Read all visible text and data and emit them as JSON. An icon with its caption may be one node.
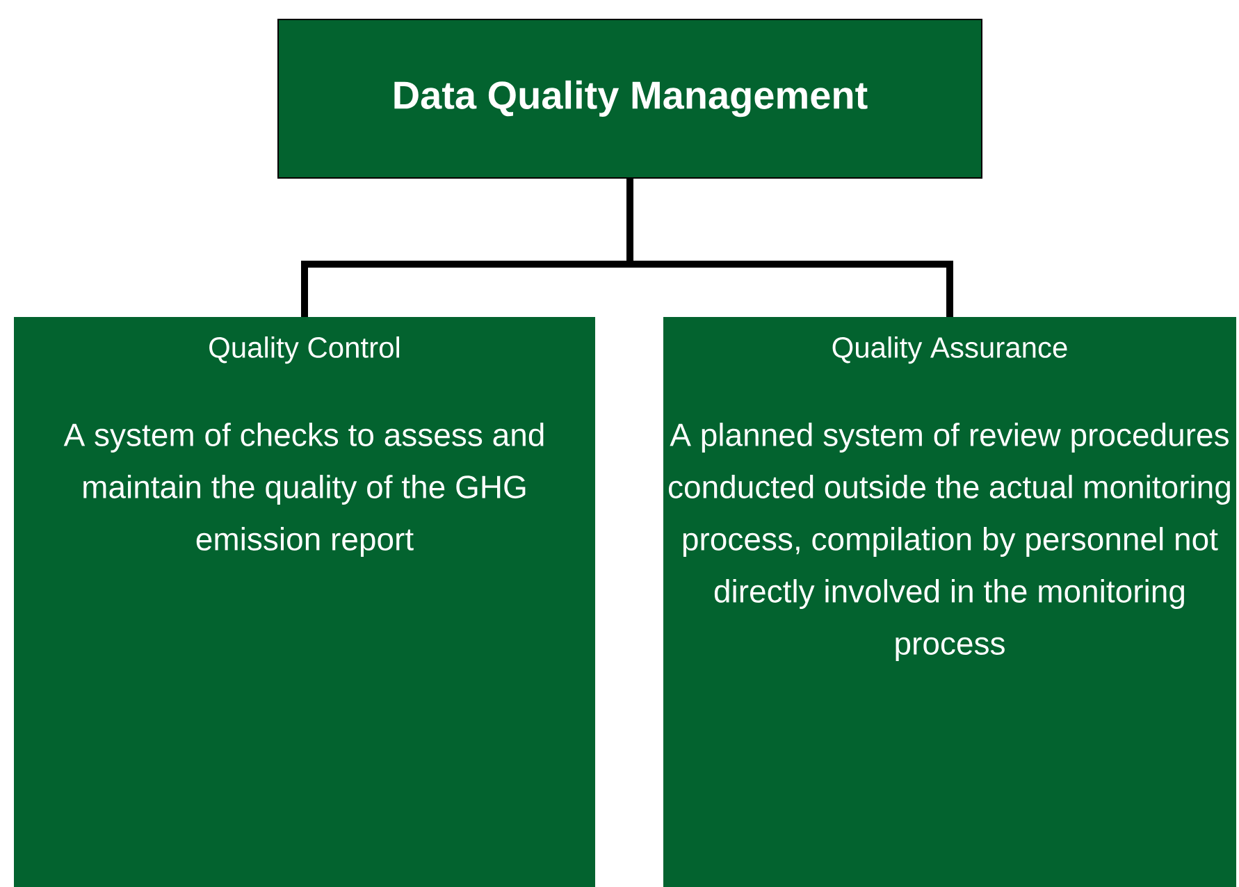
{
  "diagram": {
    "nodes": [
      {
        "text": [
          "Data Quality Management"
        ]
      },
      {
        "text": [
          "Quality Control",
          "A system of checks to assess and maintain the quality of the GHG emission report"
        ]
      },
      {
        "text": [
          "Quality Assurance",
          "A planned system of review procedures conducted outside the actual monitoring process, compilation by personnel not directly involved in the monitoring process"
        ]
      }
    ],
    "edges": [
      {
        "from": 0,
        "to": 1,
        "arrow": "none"
      },
      {
        "from": 0,
        "to": 2,
        "arrow": "none"
      }
    ]
  }
}
